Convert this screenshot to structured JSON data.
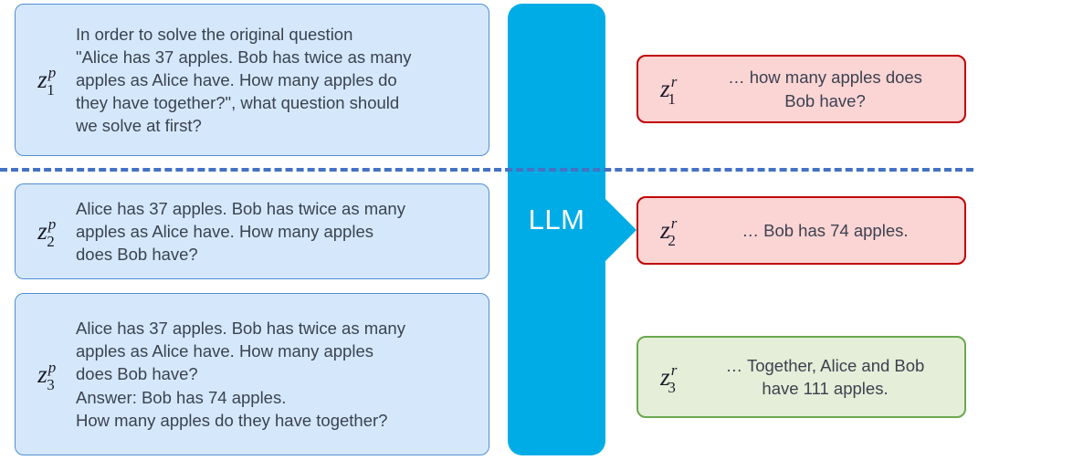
{
  "diagram": {
    "title": "LLM iterative prompting and response chain",
    "colors": {
      "prompt_fill": "#d5e8fb",
      "prompt_border": "#4f8ed4",
      "response_pink_fill": "#fbd4d4",
      "response_pink_border": "#c00000",
      "response_green_fill": "#e4eed8",
      "response_green_border": "#6aa84f",
      "llm_block": "#00ace6",
      "llm_text": "#ffffff",
      "divider": "#4472c4",
      "body_text": "#3b4250"
    }
  },
  "llm": {
    "label": "LLM",
    "arrow_icon": "right-arrow-icon"
  },
  "divider": {
    "style": "dashed",
    "label": "stage-divider"
  },
  "prompts": [
    {
      "id": "z1p",
      "label_base": "z",
      "label_sup": "p",
      "label_sub": "1",
      "text": "In order to solve the original question\n\"Alice has 37 apples. Bob has twice as many\napples as Alice have. How many apples do\nthey have together?\", what question should\nwe solve at first?"
    },
    {
      "id": "z2p",
      "label_base": "z",
      "label_sup": "p",
      "label_sub": "2",
      "text": "Alice has 37 apples. Bob has twice as many\napples as Alice have. How many apples\ndoes Bob have?"
    },
    {
      "id": "z3p",
      "label_base": "z",
      "label_sup": "p",
      "label_sub": "3",
      "text": "Alice has 37 apples. Bob has twice as many\napples as Alice have. How many apples\ndoes Bob have?\nAnswer: Bob has 74 apples.\nHow many apples do they have together?"
    }
  ],
  "responses": [
    {
      "id": "z1r",
      "label_base": "z",
      "label_sup": "r",
      "label_sub": "1",
      "text": "… how many apples does\nBob have?",
      "variant": "pink"
    },
    {
      "id": "z2r",
      "label_base": "z",
      "label_sup": "r",
      "label_sub": "2",
      "text": "… Bob has 74 apples.",
      "variant": "pink"
    },
    {
      "id": "z3r",
      "label_base": "z",
      "label_sup": "r",
      "label_sub": "3",
      "text": "… Together, Alice and Bob\nhave 111 apples.",
      "variant": "green"
    }
  ]
}
